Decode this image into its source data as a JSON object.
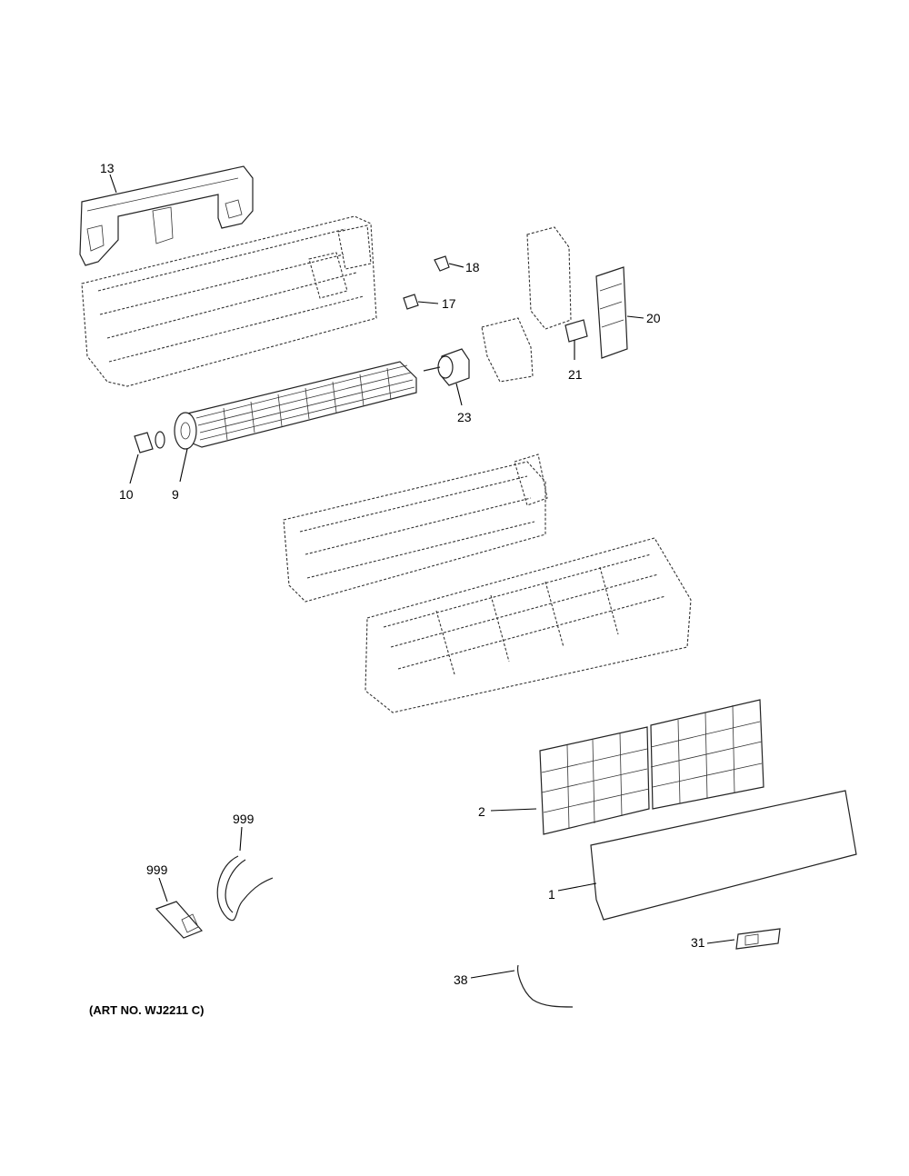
{
  "art_number": "(ART NO. WJ2211 C)",
  "callouts": {
    "c13": "13",
    "c18": "18",
    "c17": "17",
    "c20": "20",
    "c21": "21",
    "c23": "23",
    "c10": "10",
    "c9": "9",
    "c2": "2",
    "c1": "1",
    "c999a": "999",
    "c999b": "999",
    "c31": "31",
    "c38": "38"
  }
}
